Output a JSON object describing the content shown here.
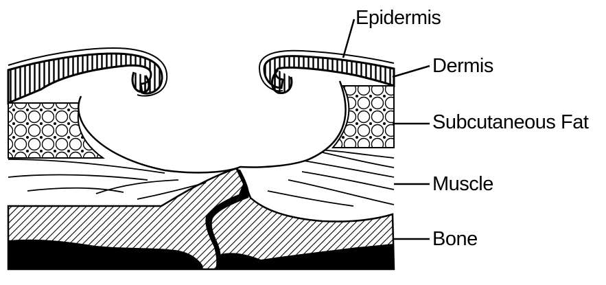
{
  "labels": {
    "epidermis": "Epidermis",
    "dermis": "Dermis",
    "subcutaneous_fat": "Subcutaneous Fat",
    "muscle": "Muscle",
    "bone": "Bone"
  },
  "colors": {
    "ink": "#000000",
    "paper": "#ffffff"
  }
}
